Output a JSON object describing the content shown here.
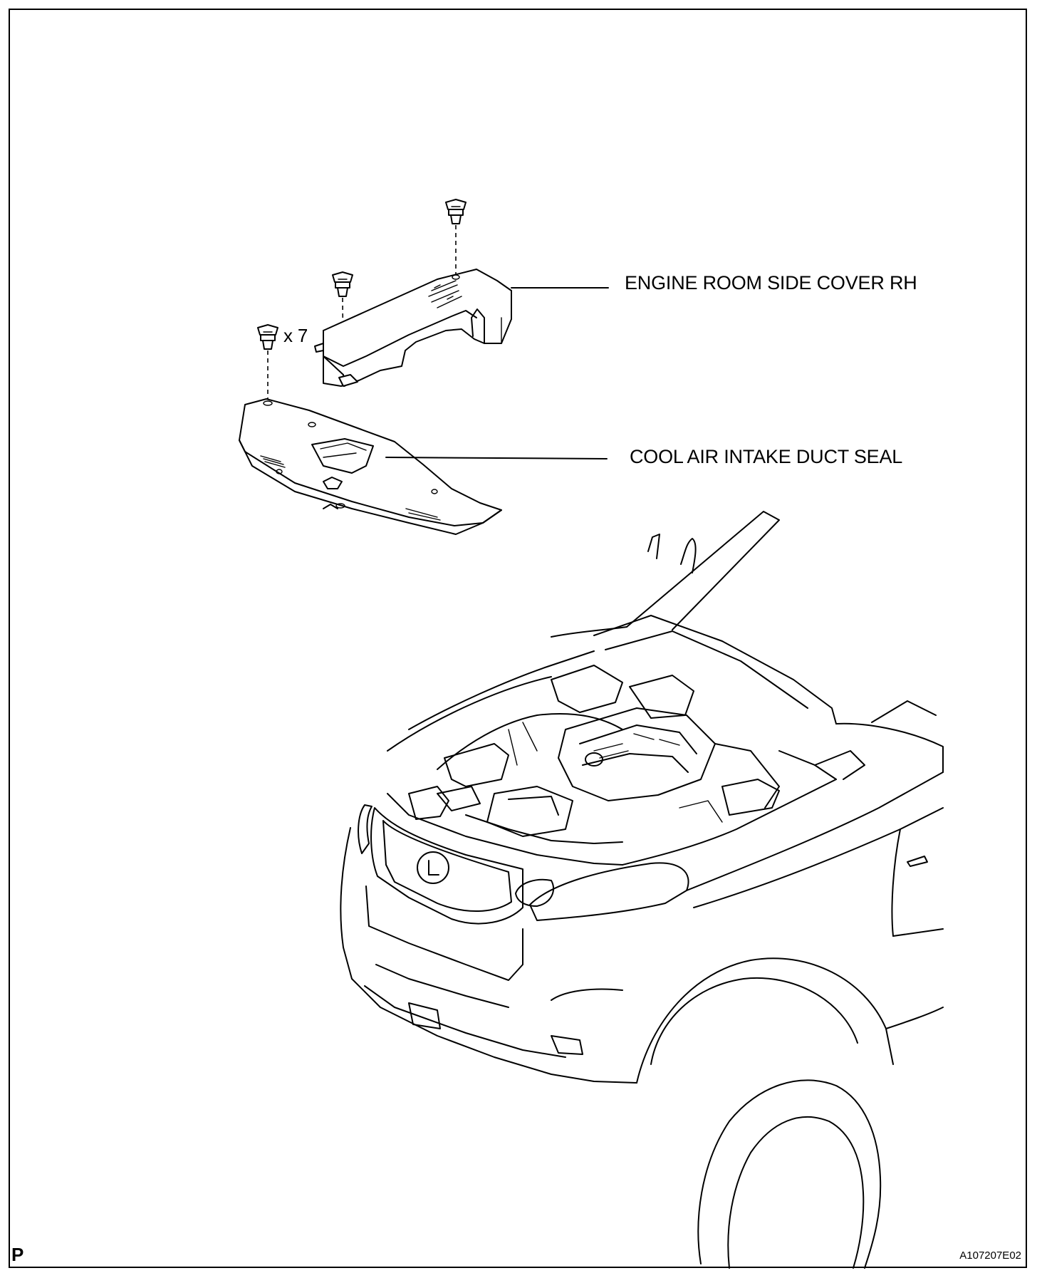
{
  "labels": {
    "engine_room_side_cover": "ENGINE ROOM SIDE COVER RH",
    "cool_air_intake_duct_seal": "COOL AIR INTAKE DUCT SEAL",
    "clip_quantity": "x 7"
  },
  "footer": {
    "corner_letter": "P",
    "figure_code": "A107207E02"
  }
}
